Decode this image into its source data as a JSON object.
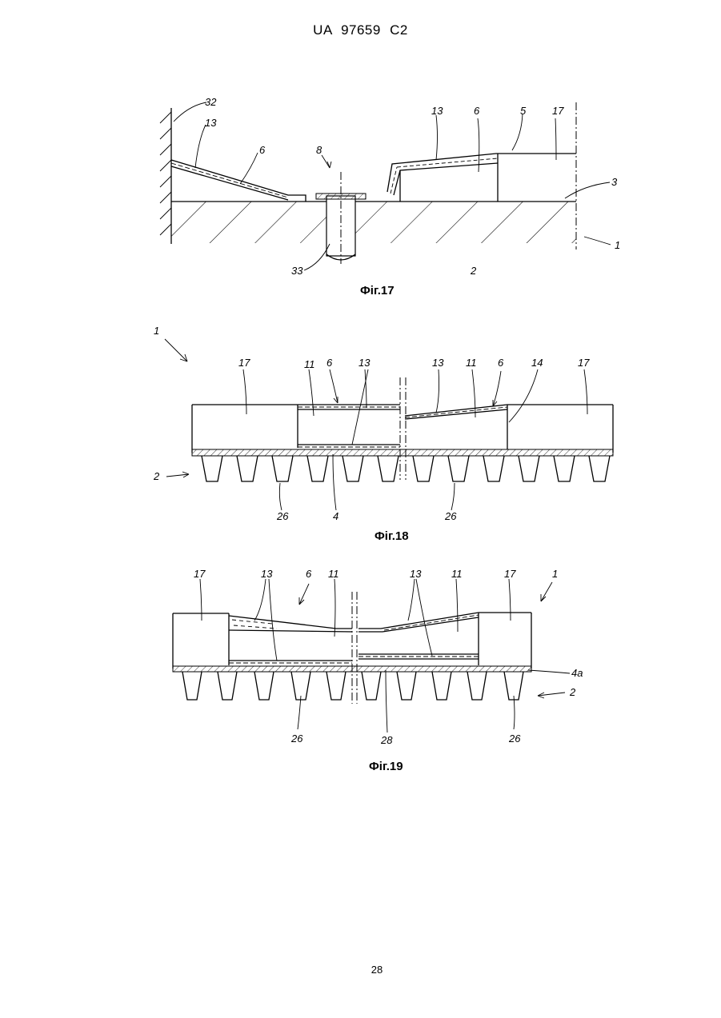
{
  "header": "UA   97659   C2",
  "page_number": "28",
  "figures": [
    {
      "caption": "Фіг.17",
      "labels": {
        "l32": "32",
        "l13a": "13",
        "l6a": "6",
        "l8": "8",
        "l13b": "13",
        "l6b": "6",
        "l5": "5",
        "l17": "17",
        "l3": "3",
        "l1": "1",
        "l33": "33",
        "l2": "2"
      }
    },
    {
      "caption": "Фіг.18",
      "labels": {
        "l1": "1",
        "l17a": "17",
        "l11a": "11",
        "l6a": "6",
        "l13a": "13",
        "l13b": "13",
        "l11b": "11",
        "l6b": "6",
        "l14": "14",
        "l17b": "17",
        "l2": "2",
        "l26a": "26",
        "l4": "4",
        "l26b": "26"
      }
    },
    {
      "caption": "Фіг.19",
      "labels": {
        "l17a": "17",
        "l13a": "13",
        "l6": "6",
        "l11a": "11",
        "l13b": "13",
        "l11b": "11",
        "l17b": "17",
        "l1": "1",
        "l4a": "4a",
        "l2": "2",
        "l26a": "26",
        "l28": "28",
        "l26b": "26"
      }
    }
  ]
}
